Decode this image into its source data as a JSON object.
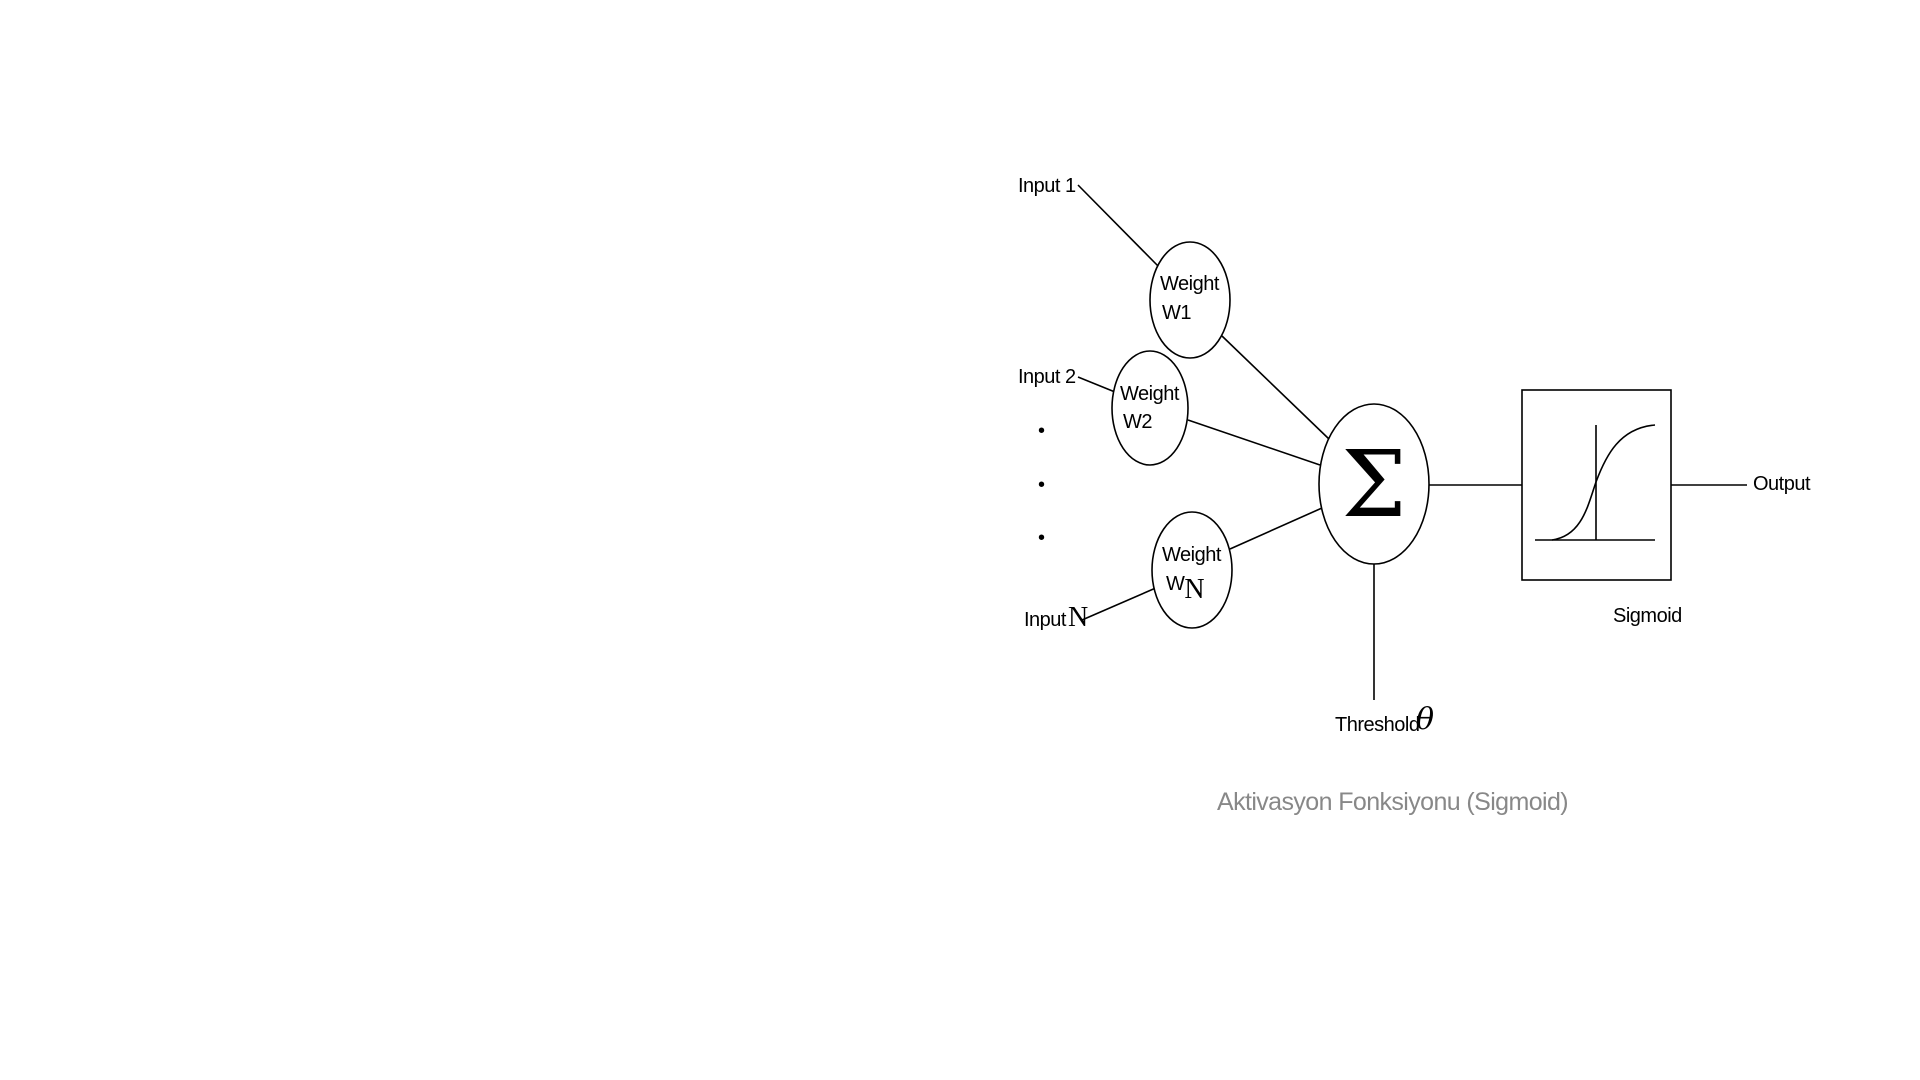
{
  "diagram": {
    "inputs": {
      "input_1": "Input 1",
      "input_2": "Input 2",
      "input_n_prefix": "Input",
      "input_n_suffix": "N",
      "ellipsis": [
        "•",
        "•",
        "•"
      ]
    },
    "weights": {
      "w1": {
        "title": "Weight",
        "value": "W1"
      },
      "w2": {
        "title": "Weight",
        "value": "W2"
      },
      "wn": {
        "title": "Weight",
        "value_prefix": "W",
        "value_suffix": "N"
      }
    },
    "summation": {
      "symbol": "Σ"
    },
    "threshold": {
      "label": "Threshold",
      "symbol": "θ"
    },
    "activation": {
      "label": "Sigmoid"
    },
    "output": {
      "label": "Output"
    },
    "caption": {
      "text": "Aktivasyon Fonksiyonu (Sigmoid)",
      "color": "#888888"
    }
  }
}
